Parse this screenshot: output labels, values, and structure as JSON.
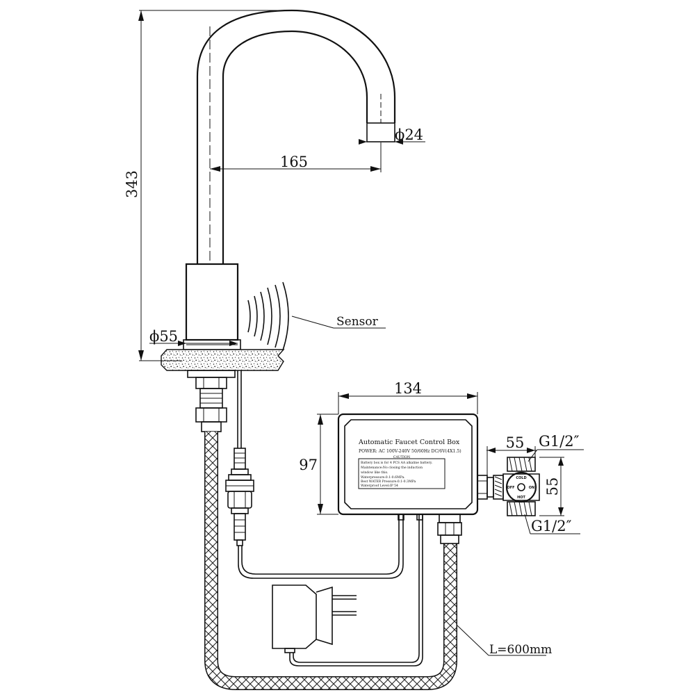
{
  "dimensions": {
    "height": "343",
    "spout_reach": "165",
    "outlet_diameter": "ϕ24",
    "base_diameter": "ϕ55",
    "box_width": "134",
    "box_height": "97",
    "valve_width": "55",
    "valve_height": "55"
  },
  "labels": {
    "sensor": "Sensor",
    "thread_top": "G1/2″",
    "thread_bottom": "G1/2″",
    "hose_length": "L=600mm"
  },
  "control_box": {
    "title": "Automatic Faucet Control Box",
    "power": "POWER: AC 100V-240V 50/60Hz DC/6V(4X1.5)",
    "caution_heading": "CAUTION",
    "caution_lines": [
      "Battery box is for 4 PCS AA alkaline battery.",
      "Maintenance:No closing the induction",
      "window like this.",
      "Waterpressure:0.1-0.6MPa.",
      "Best WATER Pressure:0.1-0.3MPa",
      "Waterproof Level:IP 54"
    ]
  },
  "valve_markings": {
    "top": "COLD",
    "bottom": "HOT",
    "left": "OFF",
    "right": "ON"
  }
}
